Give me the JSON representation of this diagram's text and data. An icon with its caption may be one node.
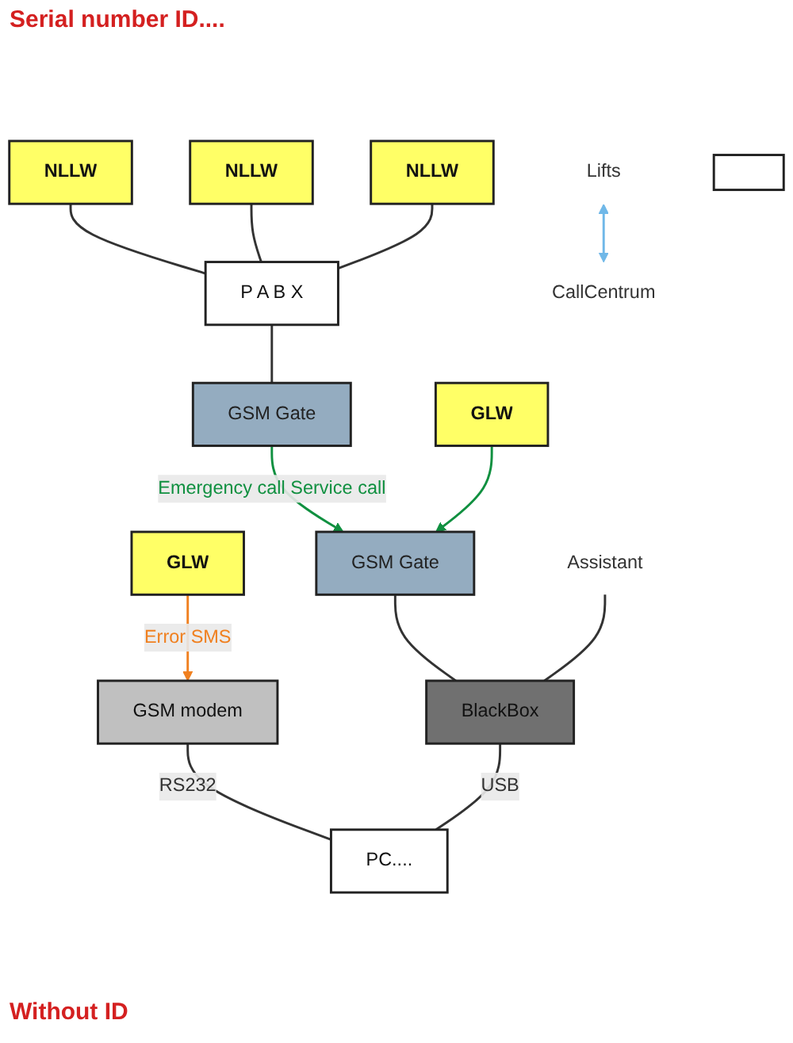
{
  "diagram": {
    "nodes": [
      {
        "text": [
          "NLLW"
        ]
      },
      {
        "text": [
          "NLLW"
        ]
      },
      {
        "text": [
          "NLLW"
        ]
      },
      {
        "text": [
          "P A B X"
        ]
      },
      {
        "text": [
          "GSM Gate"
        ]
      },
      {
        "text": [
          "Lifts"
        ]
      },
      {
        "text": [
          "GLW"
        ]
      },
      {
        "text": [
          "CallCentrum"
        ]
      },
      {
        "text": [
          "GLW"
        ]
      },
      {
        "text": [
          "Assistant"
        ]
      },
      {
        "text": [
          "GSM Gate"
        ]
      },
      {
        "text": [
          "BlackBox"
        ]
      },
      {
        "text": [
          "GSM modem"
        ]
      },
      {
        "text": [],
        "shape": "box"
      },
      {
        "text": [
          "PC...."
        ]
      }
    ],
    "edges": [
      {
        "from": 0,
        "to": 3,
        "arrow": "none"
      },
      {
        "from": 1,
        "to": 3,
        "arrow": "none"
      },
      {
        "from": 2,
        "to": 3,
        "arrow": "none"
      },
      {
        "from": 3,
        "to": 4,
        "arrow": "none"
      },
      {
        "from": 4,
        "to": 10,
        "arrow": "to",
        "label": "Emergency call Service call",
        "color": "#109040"
      },
      {
        "from": 6,
        "to": 10,
        "arrow": "to",
        "color": "#109040"
      },
      {
        "from": 5,
        "to": 7,
        "arrow": "both",
        "color": "#70b8e8"
      },
      {
        "from": 8,
        "to": 12,
        "arrow": "to",
        "label": "Error SMS",
        "color": "#f08020"
      },
      {
        "from": 10,
        "to": 11,
        "arrow": "none"
      },
      {
        "from": 9,
        "to": 11,
        "arrow": "none"
      },
      {
        "from": 12,
        "to": 14,
        "arrow": "none",
        "label": "RS232"
      },
      {
        "from": 11,
        "to": 14,
        "arrow": "none",
        "label": "USB"
      }
    ],
    "labels": [
      "Serial number ID....",
      "Without ID"
    ]
  }
}
